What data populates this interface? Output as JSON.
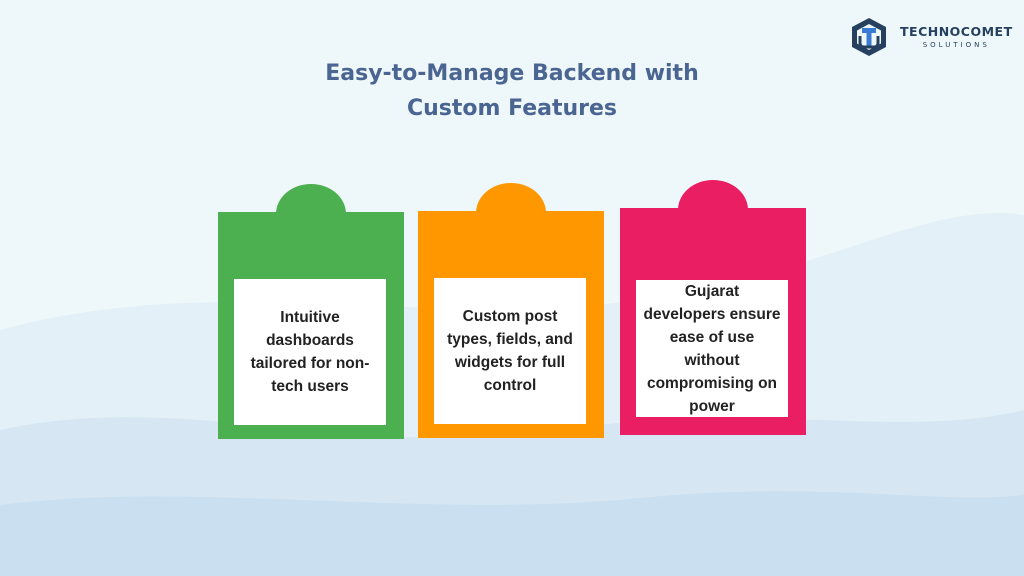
{
  "logo": {
    "name": "TECHNOCOMET",
    "tagline": "SOLUTIONS",
    "colors": {
      "primary": "#26415f",
      "accent": "#3a7bd5"
    }
  },
  "title": {
    "line1": "Easy-to-Manage Backend with",
    "line2": "Custom Features",
    "color": "#4a6592"
  },
  "cards": [
    {
      "color": "#4caf50",
      "text": "Intuitive dashboards tailored for non-tech users"
    },
    {
      "color": "#ff9800",
      "text": "Custom post types, fields, and widgets for full control"
    },
    {
      "color": "#e91e63",
      "text": "Gujarat developers ensure ease of use without compromising on power"
    }
  ]
}
